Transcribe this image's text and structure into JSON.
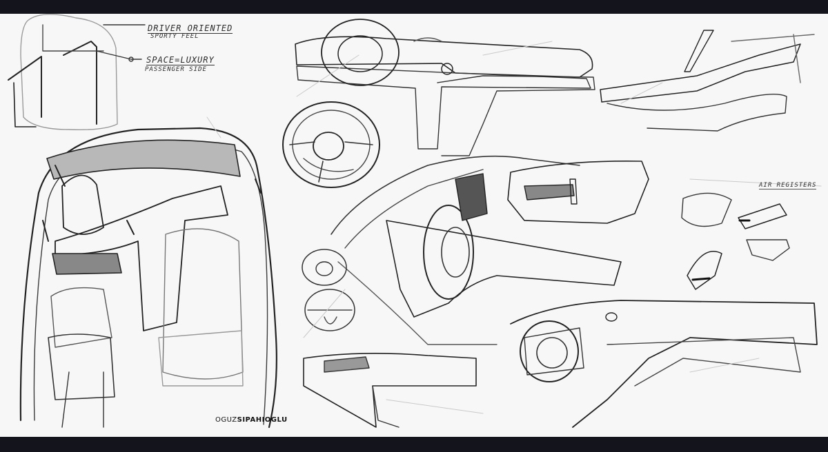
{
  "annotations": {
    "driver_oriented": "DRIVER ORIENTED",
    "sporty_feel": "SPORTY FEEL",
    "space_luxury": "SPACE=LUXURY",
    "passenger_side": "PASSENGER SIDE",
    "air_registers": "AIR REGISTERS"
  },
  "signature": {
    "first": "OGUZ",
    "last": "SIPAHIOGLU"
  },
  "colors": {
    "border": "#14141c",
    "paper": "#f7f7f7",
    "ink": "#2b2b2b"
  }
}
